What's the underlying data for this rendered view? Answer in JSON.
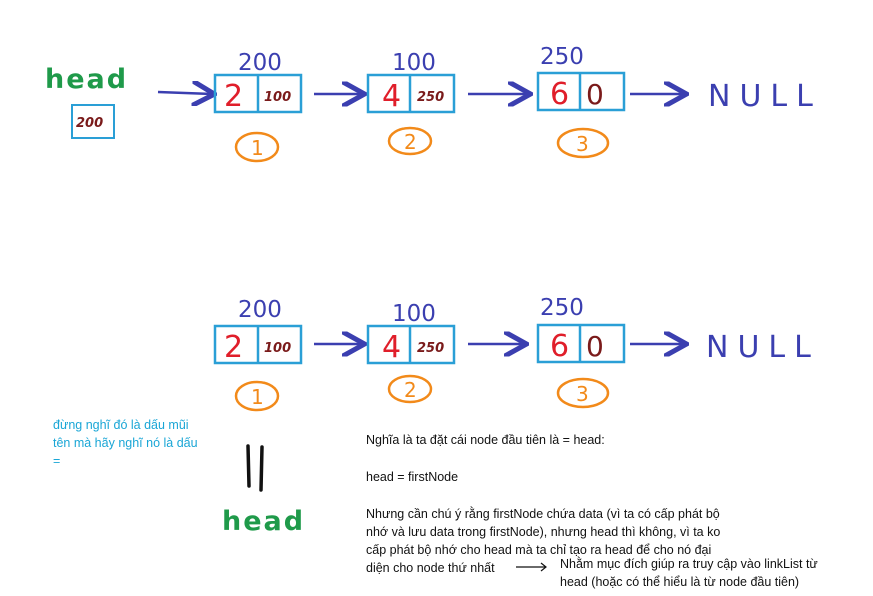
{
  "colors": {
    "node_border": "#2a9fd6",
    "address_text": "#3b3fb0",
    "data_text": "#e01e2a",
    "pointer_text": "#7a1a1a",
    "head_text": "#1f9a4a",
    "circle": "#f28a1a",
    "cyan_note": "#1aa6d6"
  },
  "top_list": {
    "head_label": "head",
    "head_value": "200",
    "null_label": "NULL",
    "nodes": [
      {
        "address": "200",
        "data": "2",
        "next": "100",
        "index": "1"
      },
      {
        "address": "100",
        "data": "4",
        "next": "250",
        "index": "2"
      },
      {
        "address": "250",
        "data": "6",
        "next": "0",
        "index": "3"
      }
    ]
  },
  "bottom_list": {
    "null_label": "NULL",
    "equals_sign": "||",
    "head_label": "head",
    "nodes": [
      {
        "address": "200",
        "data": "2",
        "next": "100",
        "index": "1"
      },
      {
        "address": "100",
        "data": "4",
        "next": "250",
        "index": "2"
      },
      {
        "address": "250",
        "data": "6",
        "next": "0",
        "index": "3"
      }
    ]
  },
  "notes": {
    "cyan_note": "đừng nghĩ đó là dấu mũi tên mà hãy nghĩ nó là dấu =",
    "line1": "Nghĩa là ta đặt cái node đầu tiên là = head:",
    "line2": "head = firstNode",
    "line3": "Nhưng cần chú ý rằng firstNode chứa data (vì ta có cấp phát bộ",
    "line4": "nhớ và lưu data trong firstNode), nhưng head thì không, vì ta ko",
    "line5": "cấp phát bộ nhớ cho head mà ta chỉ tạo ra head để cho nó đại",
    "line6": "diện cho node thứ nhất",
    "line7": "Nhằm mục đích giúp ra truy cập vào linkList từ",
    "line8": "head (hoặc có thể hiểu là từ node đầu tiên)"
  }
}
